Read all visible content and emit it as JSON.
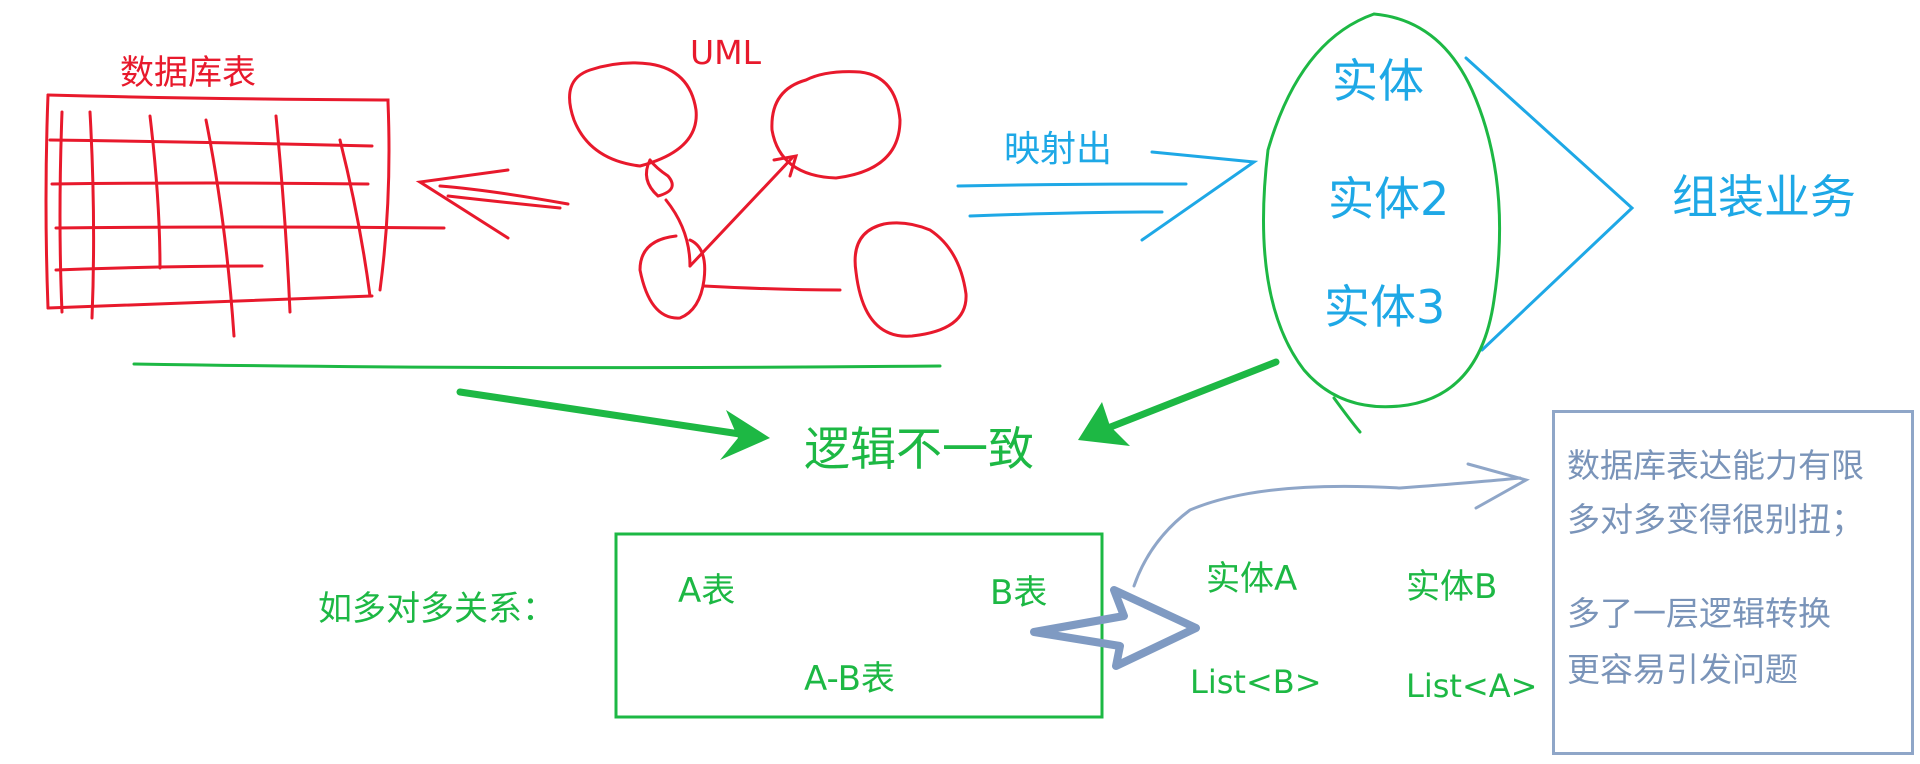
{
  "colors": {
    "red": "#e8192c",
    "blue": "#1ea8e6",
    "green": "#1db844",
    "slate": "#7a94b9"
  },
  "db_table": {
    "label": "数据库表"
  },
  "uml": {
    "label": "UML"
  },
  "mapping": {
    "label": "映射出"
  },
  "entities": [
    "实体",
    "实体2",
    "实体3"
  ],
  "assemble": {
    "label": "组装业务"
  },
  "inconsistency": {
    "label": "逻辑不一致"
  },
  "example": {
    "intro": "如多对多关系：",
    "table_a": "A表",
    "table_b": "B表",
    "table_ab": "A-B表"
  },
  "entity_pair": {
    "entity_a": "实体A",
    "entity_b": "实体B",
    "list_b": "List<B>",
    "list_a": "List<A>"
  },
  "note": {
    "lines": [
      "数据库表达能力有限",
      "多对多变得很别扭；",
      "",
      "多了一层逻辑转换",
      "更容易引发问题"
    ]
  }
}
